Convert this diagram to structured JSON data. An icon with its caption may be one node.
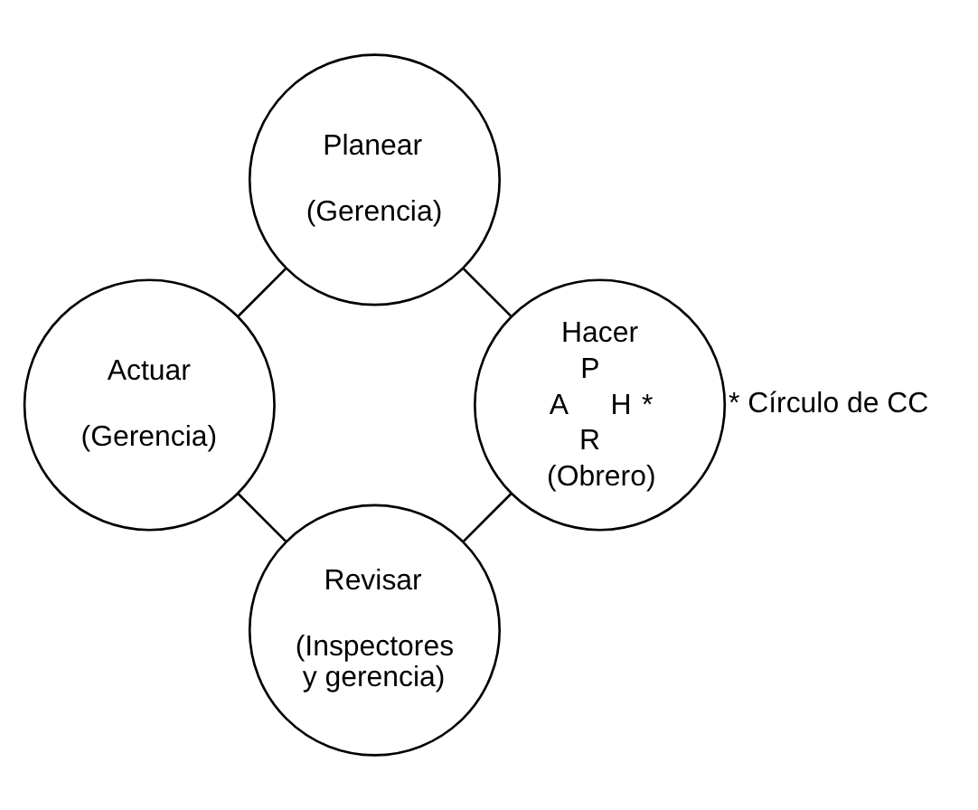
{
  "diagram": {
    "nodes": [
      {
        "text": [
          "Planear",
          "(Gerencia)"
        ]
      },
      {
        "text": [
          "Hacer",
          "P",
          "A",
          "H",
          "*",
          "R",
          "(Obrero)"
        ]
      },
      {
        "text": [
          "Revisar",
          "(Inspectores y gerencia)"
        ]
      },
      {
        "text": [
          "Actuar",
          "(Gerencia)"
        ]
      }
    ],
    "edges": [
      {
        "from": 0,
        "to": 1,
        "arrow": "none"
      },
      {
        "from": 1,
        "to": 2,
        "arrow": "none"
      },
      {
        "from": 2,
        "to": 3,
        "arrow": "none"
      },
      {
        "from": 3,
        "to": 0,
        "arrow": "none"
      }
    ],
    "labels": [
      "* Círculo de CC"
    ]
  }
}
